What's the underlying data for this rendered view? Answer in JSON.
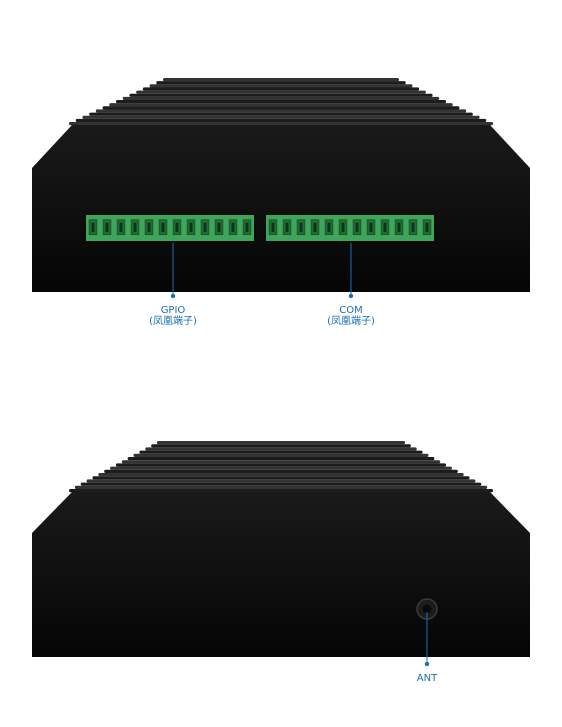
{
  "colors": {
    "body": "#0d0d0d",
    "fin": "#2a2a2a",
    "terminal": "#3fa55a",
    "terminal_dark": "#1f6b33",
    "callout": "#1b6fb3"
  },
  "front_view": {
    "callouts": [
      {
        "name": "GPIO",
        "sub": "(凤凰端子)"
      },
      {
        "name": "COM",
        "sub": "(凤凰端子)"
      }
    ],
    "terminal_pins": 12
  },
  "rear_view": {
    "callouts": [
      {
        "name": "ANT"
      }
    ]
  }
}
